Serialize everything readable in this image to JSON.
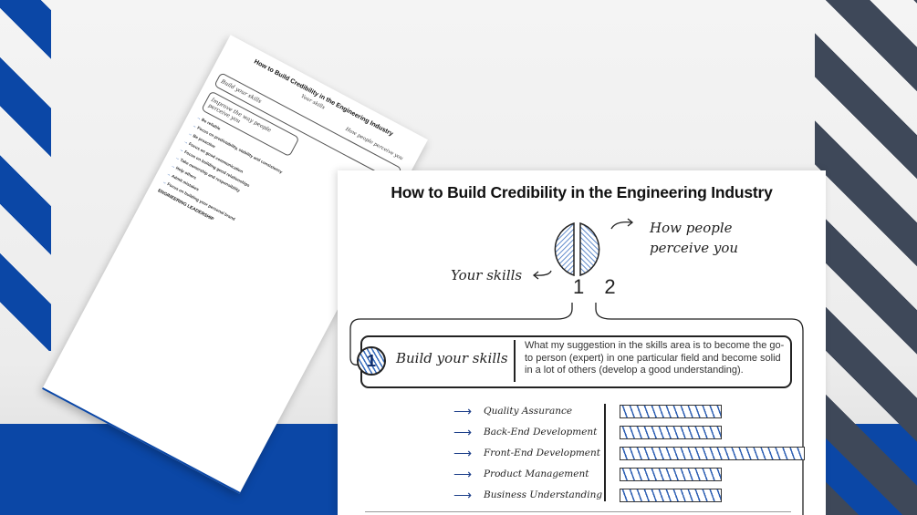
{
  "main_sheet": {
    "title": "How to Build Credibility in the Engineering Industry",
    "diagram": {
      "label_right": "How people perceive you",
      "label_left": "Your skills",
      "numbers": "1 2"
    },
    "section1": {
      "badge": "1",
      "heading": "Build your skills",
      "description": "What my suggestion in the skills area is to become the go-to person (expert) in one particular field and become solid in a lot of others (develop a good understanding)."
    },
    "skills": [
      {
        "label": "Quality Assurance",
        "level": 0.55
      },
      {
        "label": "Back-End Development",
        "level": 0.55
      },
      {
        "label": "Front-End Development",
        "level": 1.0
      },
      {
        "label": "Product Management",
        "level": 0.55
      },
      {
        "label": "Business Understanding",
        "level": 0.55
      }
    ]
  },
  "tilted_sheet": {
    "title": "How to Build Credibility in the Engineering Industry",
    "label_left": "Your skills",
    "label_right": "How people perceive you",
    "section1": "Build your skills",
    "section2": "Improve the way people perceive you",
    "items": [
      "Be reliable",
      "Focus on predictability, stability and consistency",
      "Be proactive",
      "Focus on good communication",
      "Focus on building good relationships",
      "Take ownership and responsibility",
      "Help others",
      "Admit mistakes",
      "Focus on building your personal brand"
    ],
    "footer": "ENGINEERING LEADERSHIP"
  },
  "colors": {
    "brand_blue": "#0b47a6",
    "slate": "#3e4859"
  }
}
